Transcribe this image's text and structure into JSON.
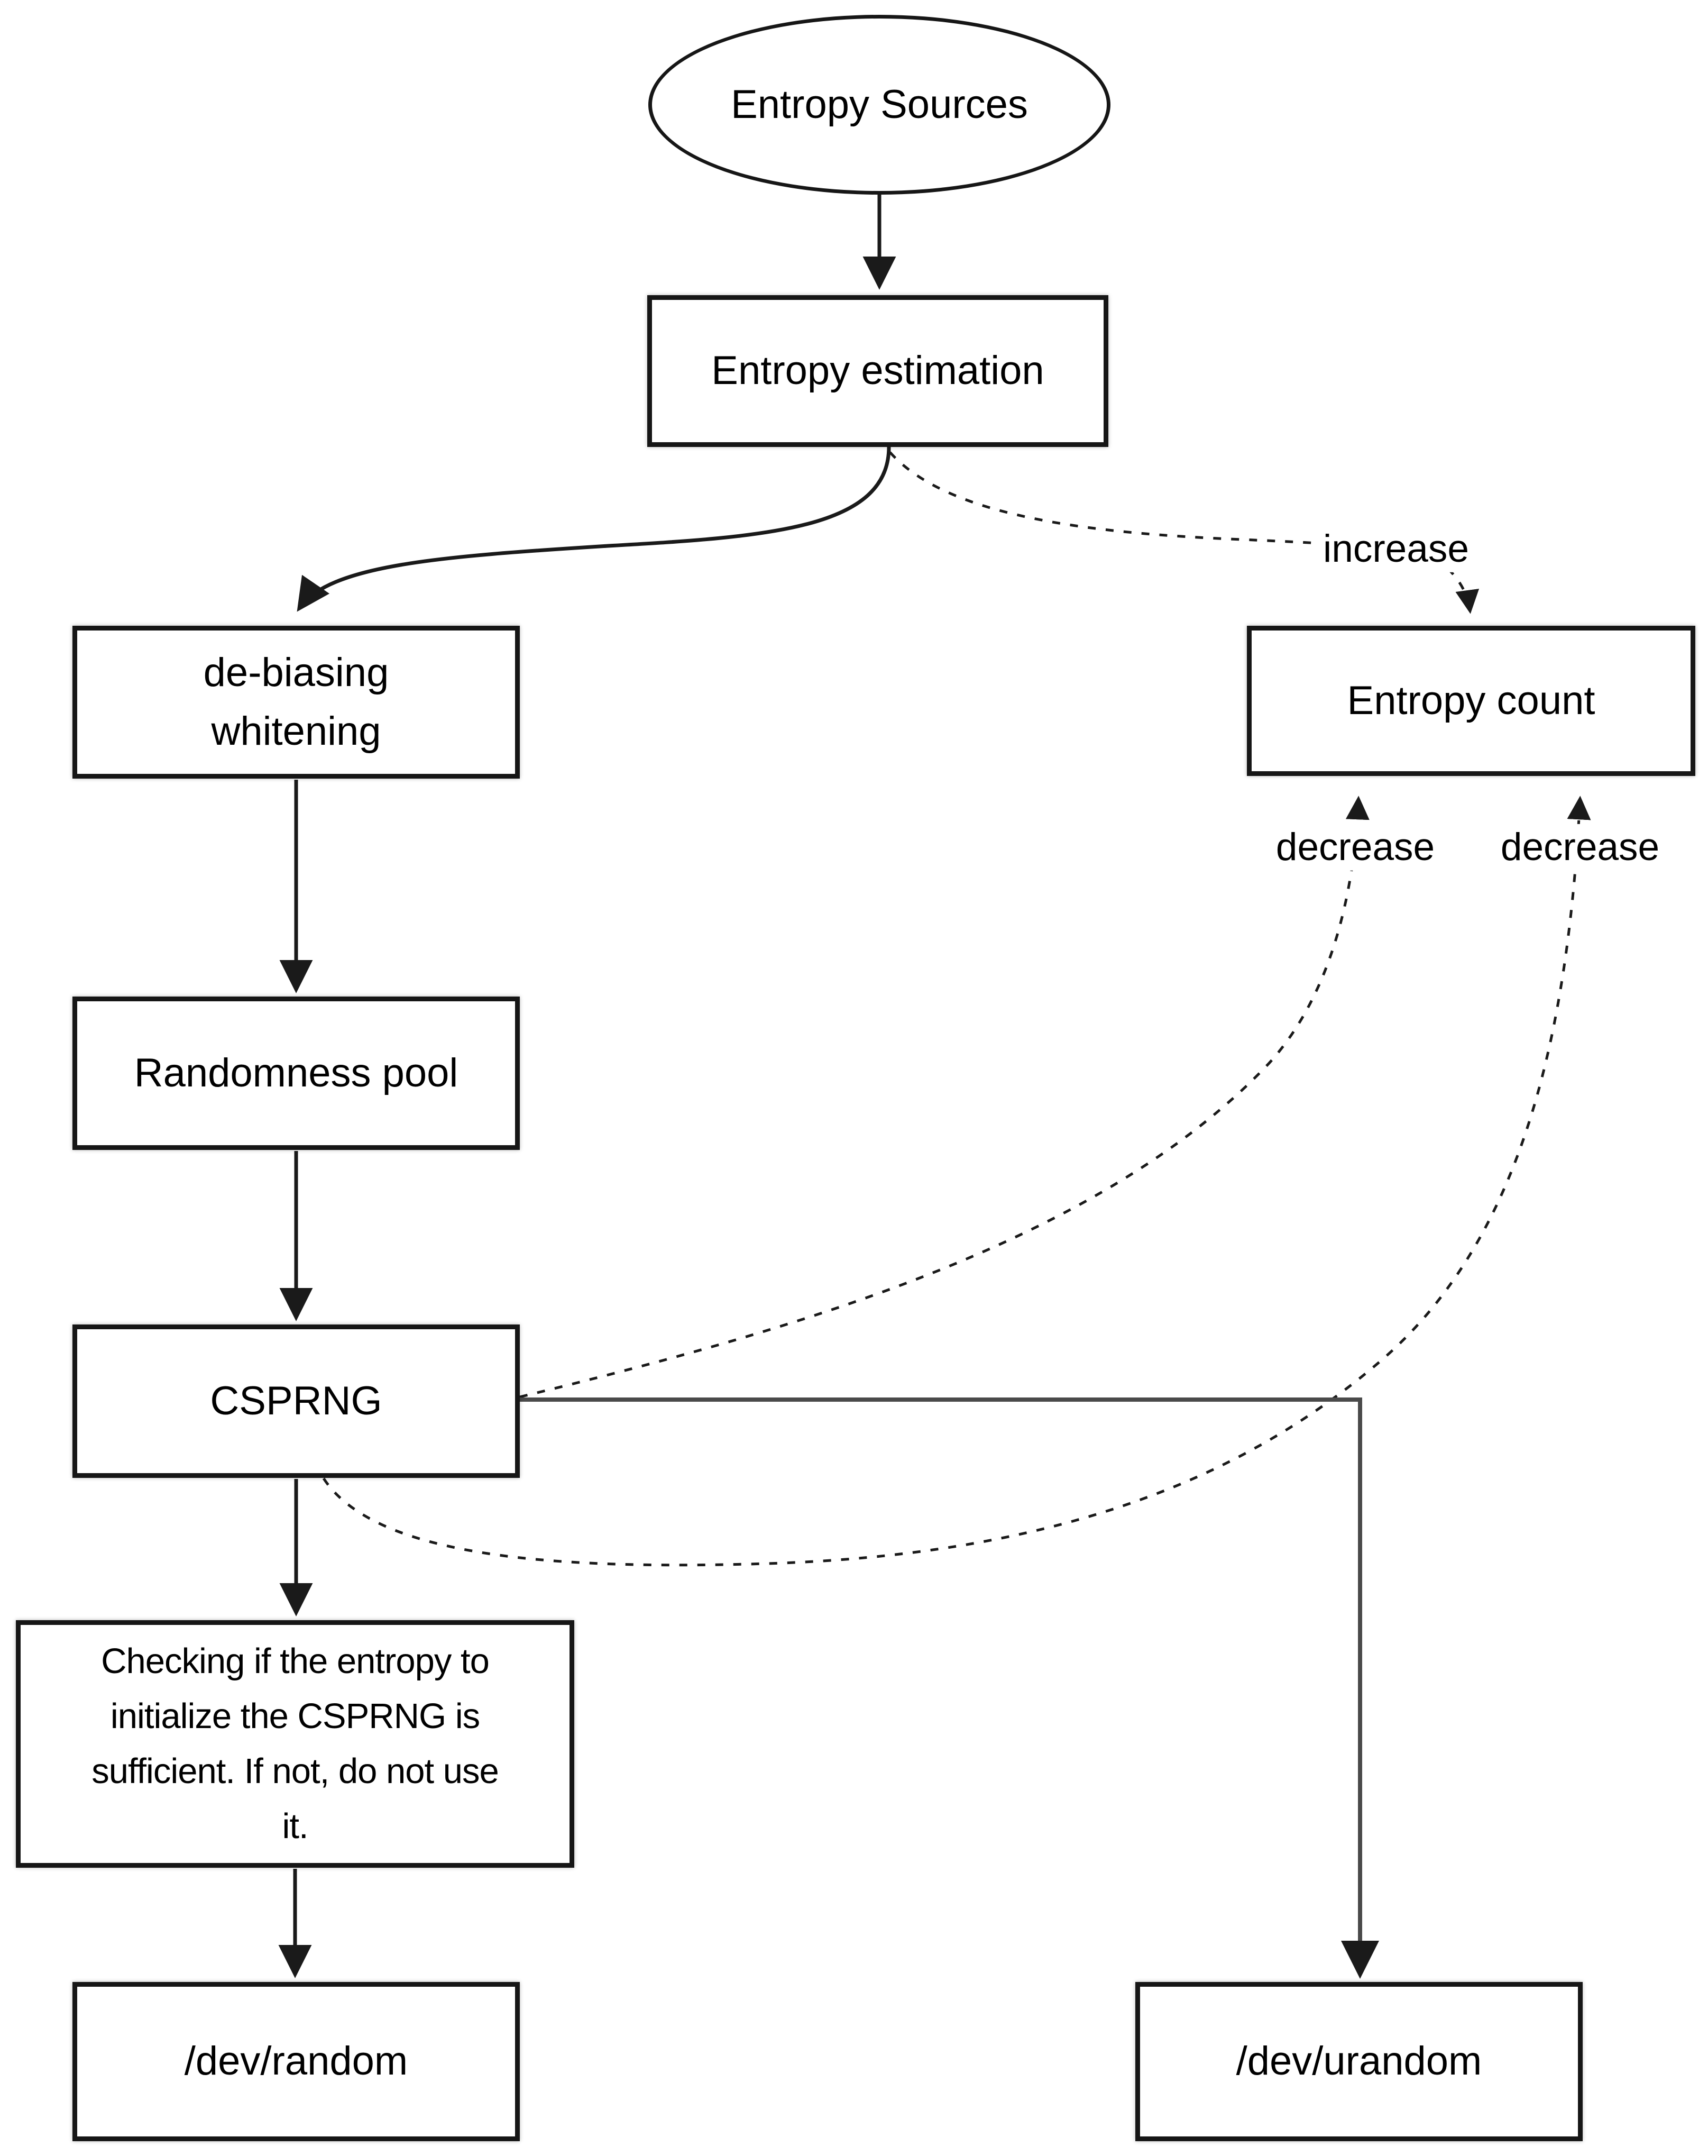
{
  "diagram": {
    "nodes": {
      "entropy_sources": {
        "label": "Entropy Sources"
      },
      "entropy_estimation": {
        "label": "Entropy estimation"
      },
      "entropy_count": {
        "label": "Entropy count"
      },
      "de_biasing": {
        "lines": [
          "de-biasing",
          "whitening"
        ]
      },
      "randomness_pool": {
        "label": "Randomness pool"
      },
      "csprng": {
        "label": "CSPRNG"
      },
      "checking": {
        "lines": [
          "Checking if the entropy to",
          "initialize the CSPRNG is",
          "sufficient. If not, do not use",
          "it."
        ]
      },
      "dev_random": {
        "label": "/dev/random"
      },
      "dev_urandom": {
        "label": "/dev/urandom"
      }
    },
    "edge_labels": {
      "increase": "increase",
      "decrease_left": "decrease",
      "decrease_right": "decrease"
    },
    "colors": {
      "stroke": "#1a1a1a",
      "background": "#ffffff",
      "text": "#000000"
    }
  }
}
